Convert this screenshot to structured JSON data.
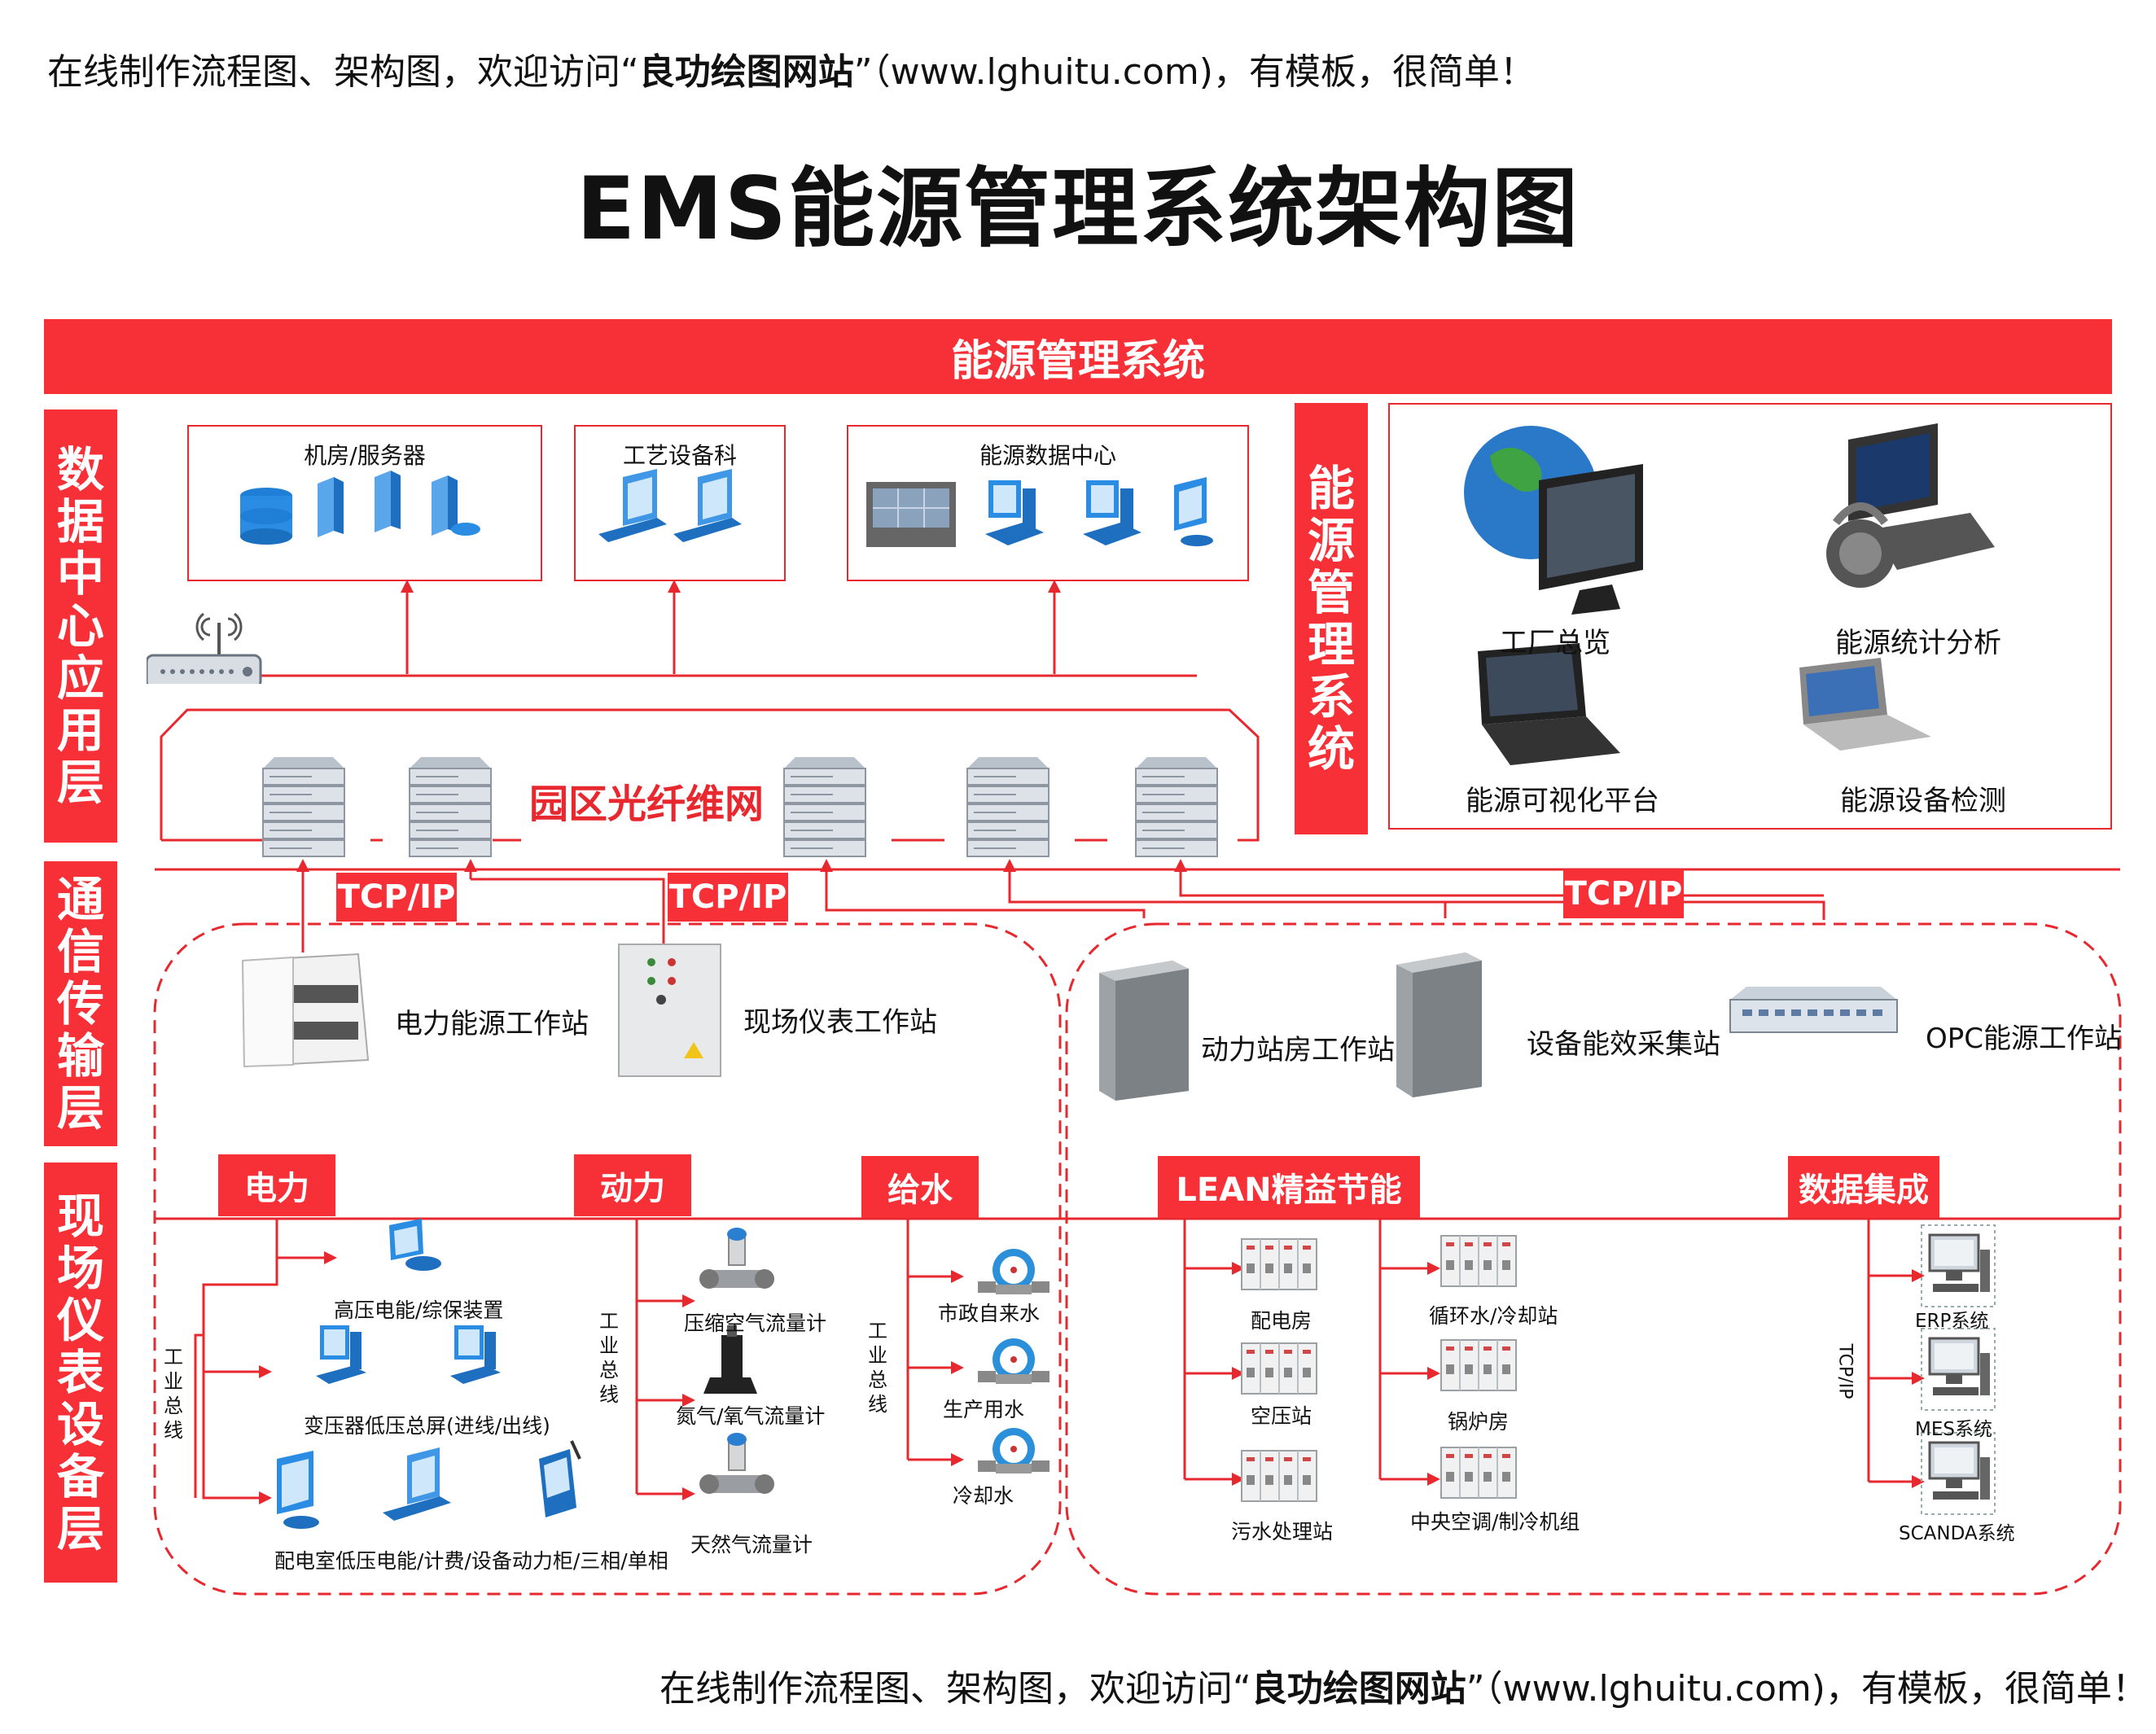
{
  "banner": {
    "prefix": "在线制作流程图、架构图，欢迎访问“",
    "brand": "良功绘图网站",
    "suffix": "”（www.lghuitu.com)，有模板，很简单！"
  },
  "title": "EMS能源管理系统架构图",
  "top_bar": "能源管理系统",
  "layers": {
    "data_center": "数据中心应用层",
    "comm": "通信传输层",
    "field": "现场仪表设备层",
    "ems_side": "能源管理系统"
  },
  "boxes": {
    "server_room": "机房/服务器",
    "process_dept": "工艺设备科",
    "energy_dc": "能源数据中心"
  },
  "fiber_network": "园区光纤维网",
  "ems_modules": [
    "工厂总览",
    "能源统计分析",
    "能源可视化平台",
    "能源设备检测"
  ],
  "tcpip": "TCP/IP",
  "tcpip_vertical": "TCP/IP",
  "workstations": [
    "电力能源工作站",
    "现场仪表工作站",
    "动力站房工作站",
    "设备能效采集站",
    "OPC能源工作站"
  ],
  "categories": [
    "电力",
    "动力",
    "给水",
    "LEAN精益节能",
    "数据集成"
  ],
  "industrial_bus": "工业总线",
  "power_items": [
    "高压电能/综保装置",
    "变压器低压总屏(进线/出线)",
    "配电室低压电能/计费/设备动力柜/三相/单相"
  ],
  "dynamic_items": [
    "压缩空气流量计",
    "氮气/氧气流量计",
    "天然气流量计"
  ],
  "water_items": [
    "市政自来水",
    "生产用水",
    "冷却水"
  ],
  "lean_items": [
    "配电房",
    "循环水/冷却站",
    "空压站",
    "锅炉房",
    "污水处理站",
    "中央空调/制冷机组"
  ],
  "integration_items": [
    "ERP系统",
    "MES系统",
    "SCANDA系统"
  ],
  "colors": {
    "accent_red": "#f73038",
    "line_red": "#e8282f"
  }
}
